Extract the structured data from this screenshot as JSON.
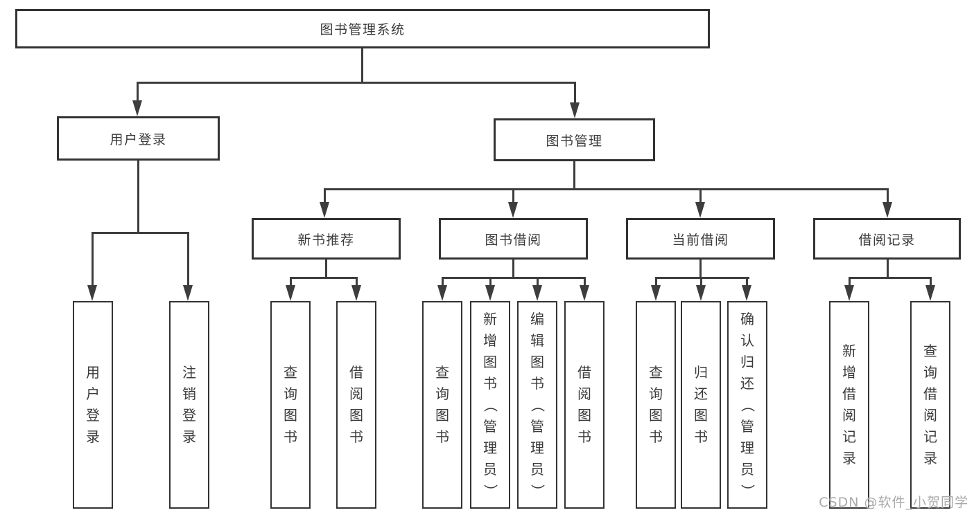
{
  "diagram_type": "hierarchy-tree",
  "tree": {
    "label": "图书管理系统",
    "children": [
      {
        "label": "用户登录",
        "children": [
          {
            "label": "用户登录"
          },
          {
            "label": "注销登录"
          }
        ]
      },
      {
        "label": "图书管理",
        "children": [
          {
            "label": "新书推荐",
            "children": [
              {
                "label": "查询图书"
              },
              {
                "label": "借阅图书"
              }
            ]
          },
          {
            "label": "图书借阅",
            "children": [
              {
                "label": "查询图书"
              },
              {
                "label": "新增图书（管理员）"
              },
              {
                "label": "编辑图书（管理员）"
              },
              {
                "label": "借阅图书"
              }
            ]
          },
          {
            "label": "当前借阅",
            "children": [
              {
                "label": "查询图书"
              },
              {
                "label": "归还图书"
              },
              {
                "label": "确认归还（管理员）"
              }
            ]
          },
          {
            "label": "借阅记录",
            "children": [
              {
                "label": "新增借阅记录"
              },
              {
                "label": "查询借阅记录"
              }
            ]
          }
        ]
      }
    ]
  },
  "watermark": "CSDN @软件_小贺同学",
  "colors": {
    "background": "#ffffff",
    "box_border": "#333333",
    "text": "#3a3a3a",
    "connector": "#3d3d3d",
    "watermark": "#a9a9a9"
  }
}
